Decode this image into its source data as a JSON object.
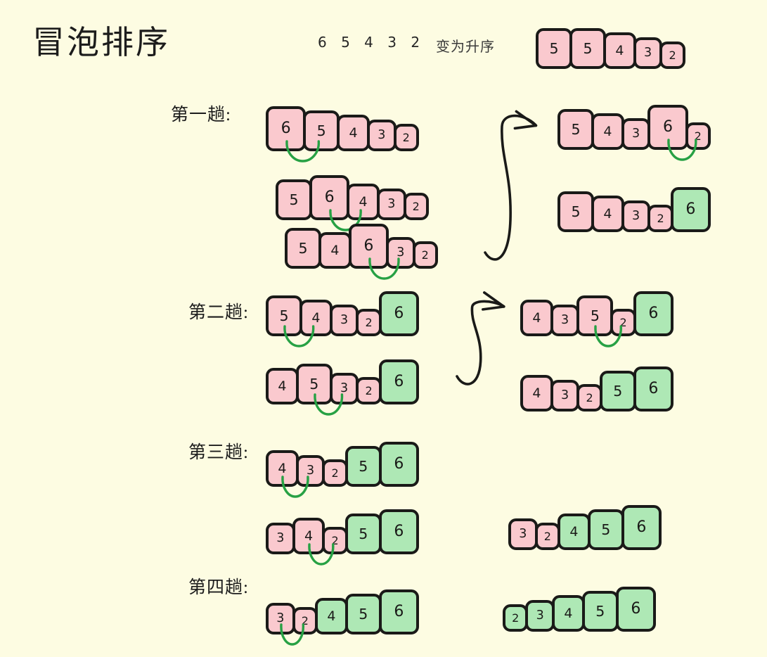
{
  "header": {
    "title": "冒泡排序",
    "sequence_digits": "6 5 4 3 2",
    "goal_text": "变为升序",
    "preview_values": [
      5,
      5,
      4,
      3,
      2
    ]
  },
  "colors": {
    "background": "#fdfce2",
    "unsorted": "#fac9ce",
    "sorted": "#aee8b5",
    "outline": "#1a1a18",
    "swap_arc": "#27a144",
    "arrow": "#1a1a18",
    "title_text": "#1c1c1c"
  },
  "passes": [
    {
      "label": "第一趟:",
      "left_rows": [
        {
          "values": [
            6,
            5,
            4,
            3,
            2
          ],
          "sorted_from": 5,
          "swap_index": 0
        },
        {
          "values": [
            5,
            6,
            4,
            3,
            2
          ],
          "sorted_from": 5,
          "swap_index": 1
        },
        {
          "values": [
            5,
            4,
            6,
            3,
            2
          ],
          "sorted_from": 5,
          "swap_index": 2
        }
      ],
      "right_rows": [
        {
          "values": [
            5,
            4,
            3,
            6,
            2
          ],
          "sorted_from": 5,
          "swap_index": 3
        },
        {
          "values": [
            5,
            4,
            3,
            2,
            6
          ],
          "sorted_from": 4,
          "swap_index": -1
        }
      ]
    },
    {
      "label": "第二趟:",
      "left_rows": [
        {
          "values": [
            5,
            4,
            3,
            2,
            6
          ],
          "sorted_from": 4,
          "swap_index": 0
        },
        {
          "values": [
            4,
            5,
            3,
            2,
            6
          ],
          "sorted_from": 4,
          "swap_index": 1
        }
      ],
      "right_rows": [
        {
          "values": [
            4,
            3,
            5,
            2,
            6
          ],
          "sorted_from": 4,
          "swap_index": 2
        },
        {
          "values": [
            4,
            3,
            2,
            5,
            6
          ],
          "sorted_from": 3,
          "swap_index": -1
        }
      ]
    },
    {
      "label": "第三趟:",
      "left_rows": [
        {
          "values": [
            4,
            3,
            2,
            5,
            6
          ],
          "sorted_from": 3,
          "swap_index": 0
        },
        {
          "values": [
            3,
            4,
            2,
            5,
            6
          ],
          "sorted_from": 3,
          "swap_index": 1
        }
      ],
      "right_rows": [
        {
          "values": [
            3,
            2,
            4,
            5,
            6
          ],
          "sorted_from": 2,
          "swap_index": -1
        }
      ]
    },
    {
      "label": "第四趟:",
      "left_rows": [
        {
          "values": [
            3,
            2,
            4,
            5,
            6
          ],
          "sorted_from": 2,
          "swap_index": 0
        }
      ],
      "right_rows": [
        {
          "values": [
            2,
            3,
            4,
            5,
            6
          ],
          "sorted_from": 0,
          "swap_index": -1
        }
      ]
    }
  ]
}
